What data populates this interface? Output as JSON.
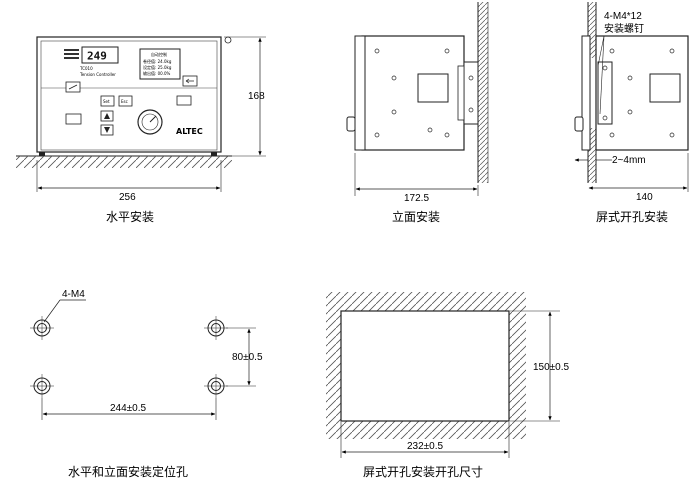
{
  "front_panel": {
    "display_value": "249",
    "model": "TC010",
    "subtitle": "Tension Controller",
    "brand": "ALTEC",
    "lcd_line1": "自动控制",
    "lcd_line2": "卷径值: 24.0kg",
    "lcd_line3": "设定值: 25.0kg",
    "lcd_line4": "输出值: 00.0%",
    "btn_set": "Set",
    "btn_esc": "Esc"
  },
  "dimensions": {
    "horizontal_width": "256",
    "horizontal_height": "168",
    "vertical_depth": "172.5",
    "panel_depth": "140",
    "panel_thickness": "2~4mm",
    "panel_screw": "4-M4*12",
    "panel_screw_label": "安装螺钉",
    "hole_spec": "4-M4",
    "hole_vertical": "80±0.5",
    "hole_horizontal": "244±0.5",
    "cutout_width": "232±0.5",
    "cutout_height": "150±0.5"
  },
  "captions": {
    "horizontal": "水平安装",
    "vertical": "立面安装",
    "panel": "屏式开孔安装",
    "holes": "水平和立面安装定位孔",
    "cutout": "屏式开孔安装开孔尺寸"
  }
}
